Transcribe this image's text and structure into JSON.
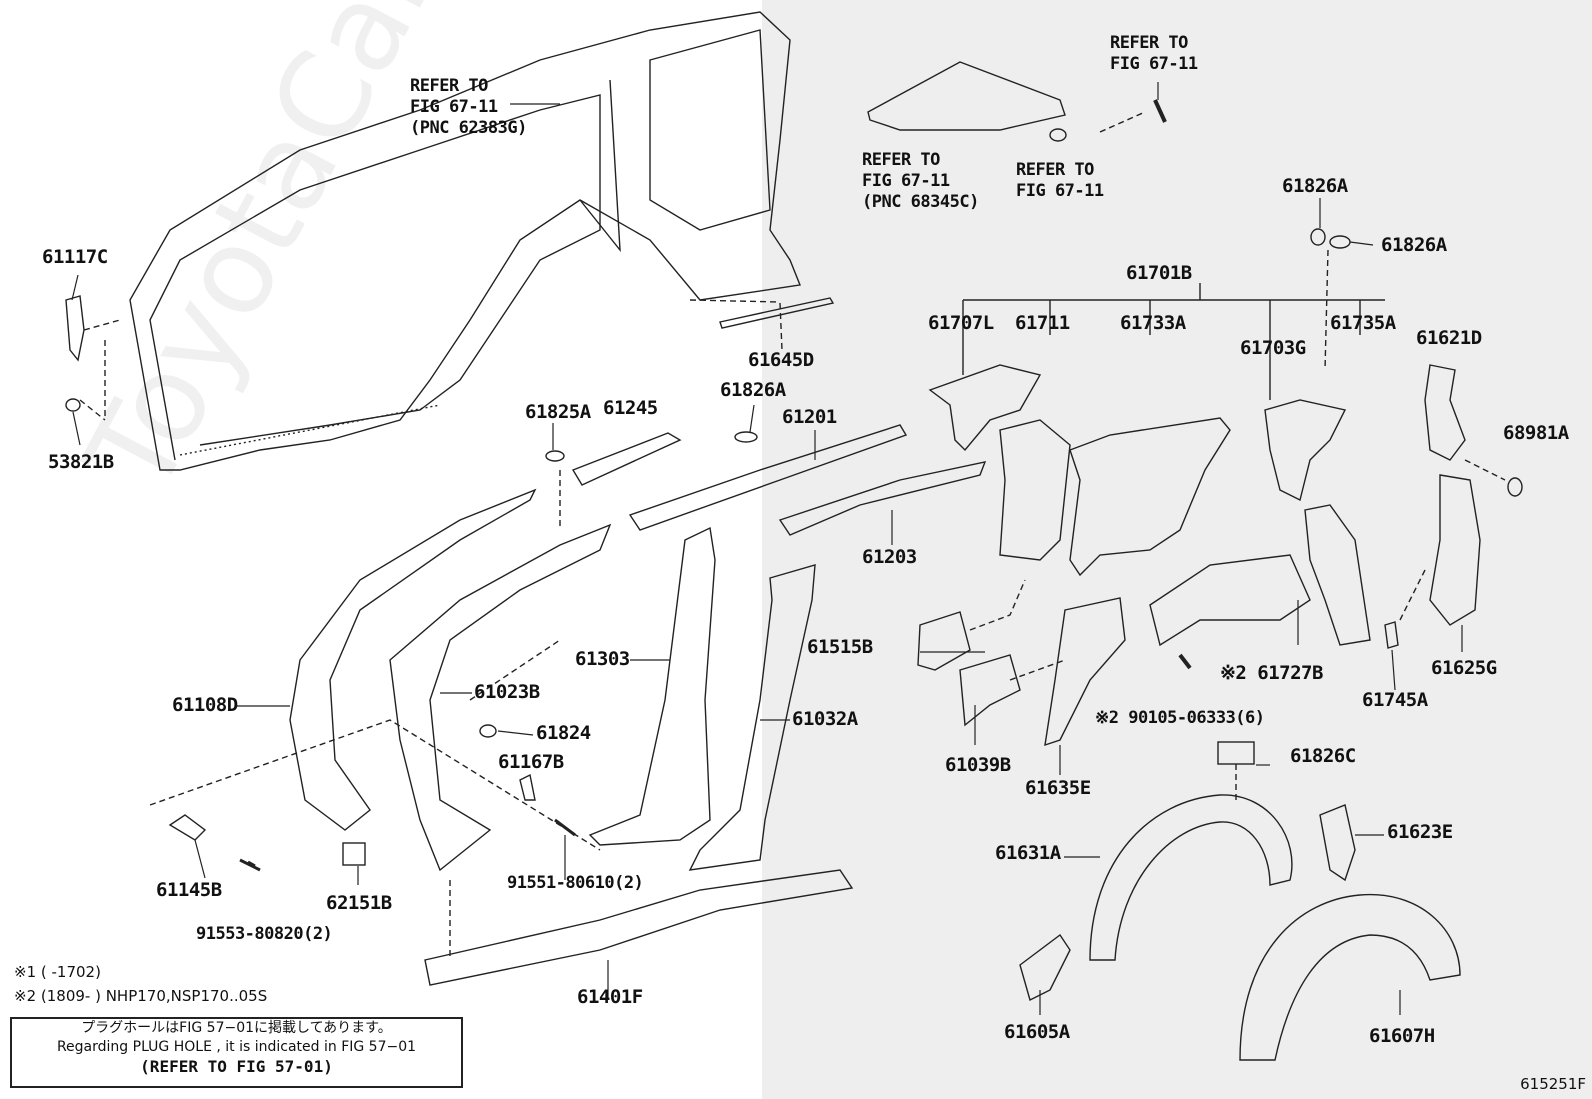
{
  "watermark": "ToyotaCarMine.ru",
  "figure_id": "615251F",
  "footnotes": {
    "note1": "※1 (      -1702)",
    "note2": "※2 (1809-      ) NHP170,NSP170..05S"
  },
  "plug_hole": {
    "jp": "プラグホールはFIG 57−01に掲載してあります。",
    "en": "Regarding  PLUG  HOLE , it is indicated in FIG 57−01",
    "ref": "(REFER TO FIG 57-01)"
  },
  "refs": {
    "ref_top_left": "REFER TO\nFIG 67-11\n(PNC 62383G)",
    "ref_top_mid": "REFER TO\nFIG 67-11\n(PNC 68345C)",
    "ref_top_right_1": "REFER TO\nFIG 67-11",
    "ref_top_right_2": "REFER TO\nFIG 67-11"
  },
  "parts": {
    "p61117C": "61117C",
    "p53821B": "53821B",
    "p61645D": "61645D",
    "p61825A": "61825A",
    "p61245": "61245",
    "p61826A_1": "61826A",
    "p61201": "61201",
    "p61203": "61203",
    "p61108D": "61108D",
    "p61023B": "61023B",
    "p61824": "61824",
    "p61167B": "61167B",
    "p61303": "61303",
    "p61032A": "61032A",
    "p61145B": "61145B",
    "p91553": "91553-80820(2)",
    "p62151B": "62151B",
    "p91551": "91551-80610(2)",
    "p61401F": "61401F",
    "p61826A_2": "61826A",
    "p61826A_3": "61826A",
    "p61701B": "61701B",
    "p61707L": "61707L",
    "p61711": "61711",
    "p61733A": "61733A",
    "p61703G": "61703G",
    "p61735A": "61735A",
    "p61621D": "61621D",
    "p68981A": "68981A",
    "p61515B": "61515B",
    "p61727B": "※2 61727B",
    "p90105": "※2 90105-06333(6)",
    "p61745A": "61745A",
    "p61625G": "61625G",
    "p61039B": "61039B",
    "p61635E": "61635E",
    "p61826C": "61826C",
    "p61631A": "61631A",
    "p61623E": "61623E",
    "p61605A": "61605A",
    "p61607H": "61607H"
  }
}
